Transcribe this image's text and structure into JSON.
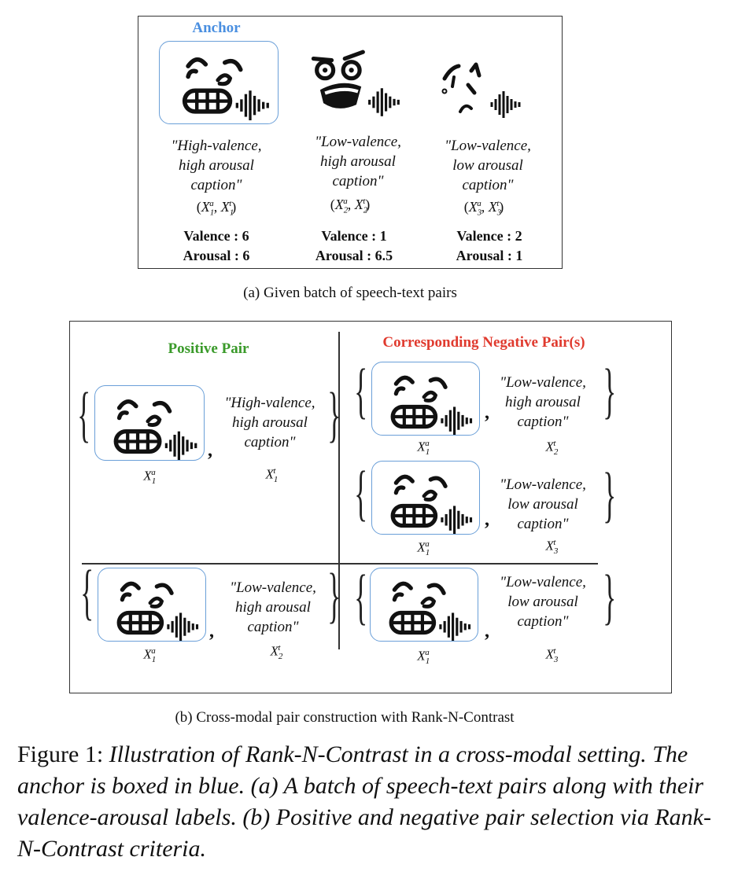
{
  "colors": {
    "anchor_blue": "#4a8fe0",
    "positive_green": "#3a9a2a",
    "negative_red": "#e03a2e",
    "box_blue": "#6a9fd8"
  },
  "panel_a": {
    "anchor_title": "Anchor",
    "items": [
      {
        "face": "grinning-face-icon",
        "caption": [
          "\"High-valence,",
          "high arousal",
          "caption\""
        ],
        "pair_index": "1",
        "valence": "Valence : 6",
        "arousal": "Arousal : 6"
      },
      {
        "face": "angry-face-icon",
        "caption": [
          "\"Low-valence,",
          "high arousal",
          "caption\""
        ],
        "pair_index": "2",
        "valence": "Valence : 1",
        "arousal": "Arousal : 6.5"
      },
      {
        "face": "sad-face-icon",
        "caption": [
          "\"Low-valence,",
          "low arousal",
          "caption\""
        ],
        "pair_index": "3",
        "valence": "Valence : 2",
        "arousal": "Arousal : 1"
      }
    ],
    "subcaption": "(a) Given batch of speech-text pairs"
  },
  "panel_b": {
    "positive_title": "Positive Pair",
    "negative_title": "Corresponding Negative Pair(s)",
    "positive": {
      "caption": [
        "\"High-valence,",
        "high arousal",
        "caption\""
      ],
      "audio_var": "1",
      "text_var": "1"
    },
    "negatives_right": [
      {
        "caption": [
          "\"Low-valence,",
          "high arousal",
          "caption\""
        ],
        "audio_var": "1",
        "text_var": "2"
      },
      {
        "caption": [
          "\"Low-valence,",
          "low arousal",
          "caption\""
        ],
        "audio_var": "1",
        "text_var": "3"
      },
      {
        "caption": [
          "\"Low-valence,",
          "low arousal",
          "caption\""
        ],
        "audio_var": "1",
        "text_var": "3"
      }
    ],
    "bottom_left": {
      "caption": [
        "\"Low-valence,",
        "high arousal",
        "caption\""
      ],
      "audio_var": "1",
      "text_var": "2"
    },
    "subcaption": "(b) Cross-modal pair construction with Rank-N-Contrast"
  },
  "figure_caption": {
    "label": "Figure 1:",
    "text": "Illustration of Rank-N-Contrast in a cross-modal setting. The anchor is boxed in blue. (a) A batch of speech-text pairs along with their valence-arousal labels. (b) Positive and negative pair selection via Rank-N-Contrast criteria."
  }
}
